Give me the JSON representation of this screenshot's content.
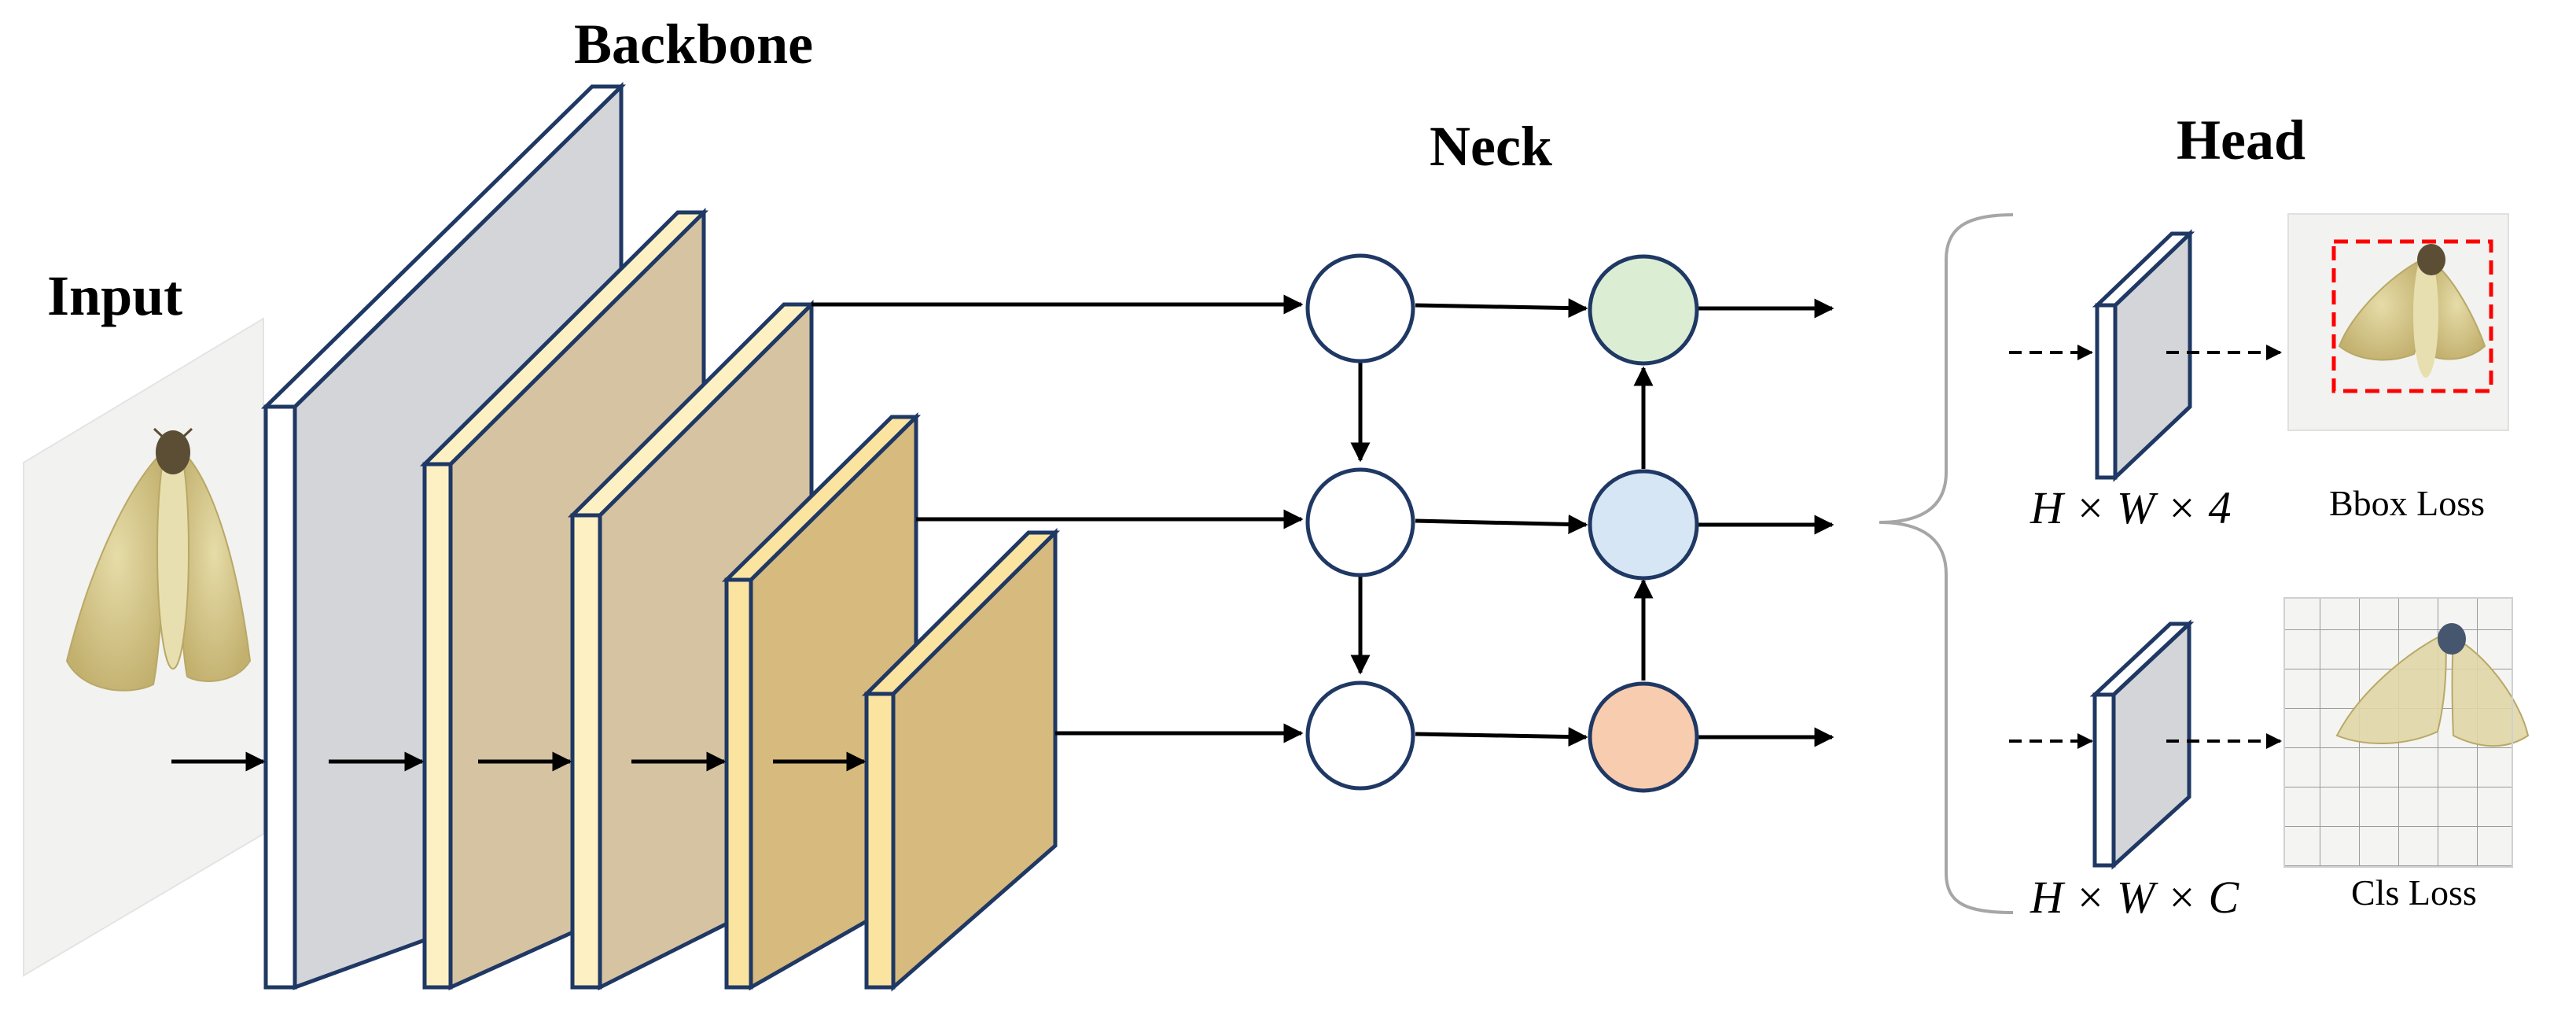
{
  "sections": {
    "input": "Input",
    "backbone": "Backbone",
    "neck": "Neck",
    "head": "Head"
  },
  "head": {
    "bbox_shape": "H × W × 4",
    "cls_shape": "H × W × C",
    "bbox_loss": "Bbox Loss",
    "cls_loss": "Cls Loss"
  },
  "colors": {
    "backbone_layer_1": "#d3d5d9",
    "backbone_layer_2": "#d6c3a2",
    "backbone_layer_3": "#d6c3a2",
    "backbone_layer_4": "#d7ba7d",
    "backbone_layer_5": "#d7ba7d",
    "frame_blue": "#1f3864",
    "neck_top": "#dbeed4",
    "neck_mid": "#d6e6f4",
    "neck_bottom": "#f8ccae",
    "bbox_box": "#ff0000"
  },
  "icons": {
    "input_image": "moth-photo-icon",
    "bbox_image": "moth-bbox-photo-icon",
    "cls_image": "moth-grid-photo-icon"
  }
}
